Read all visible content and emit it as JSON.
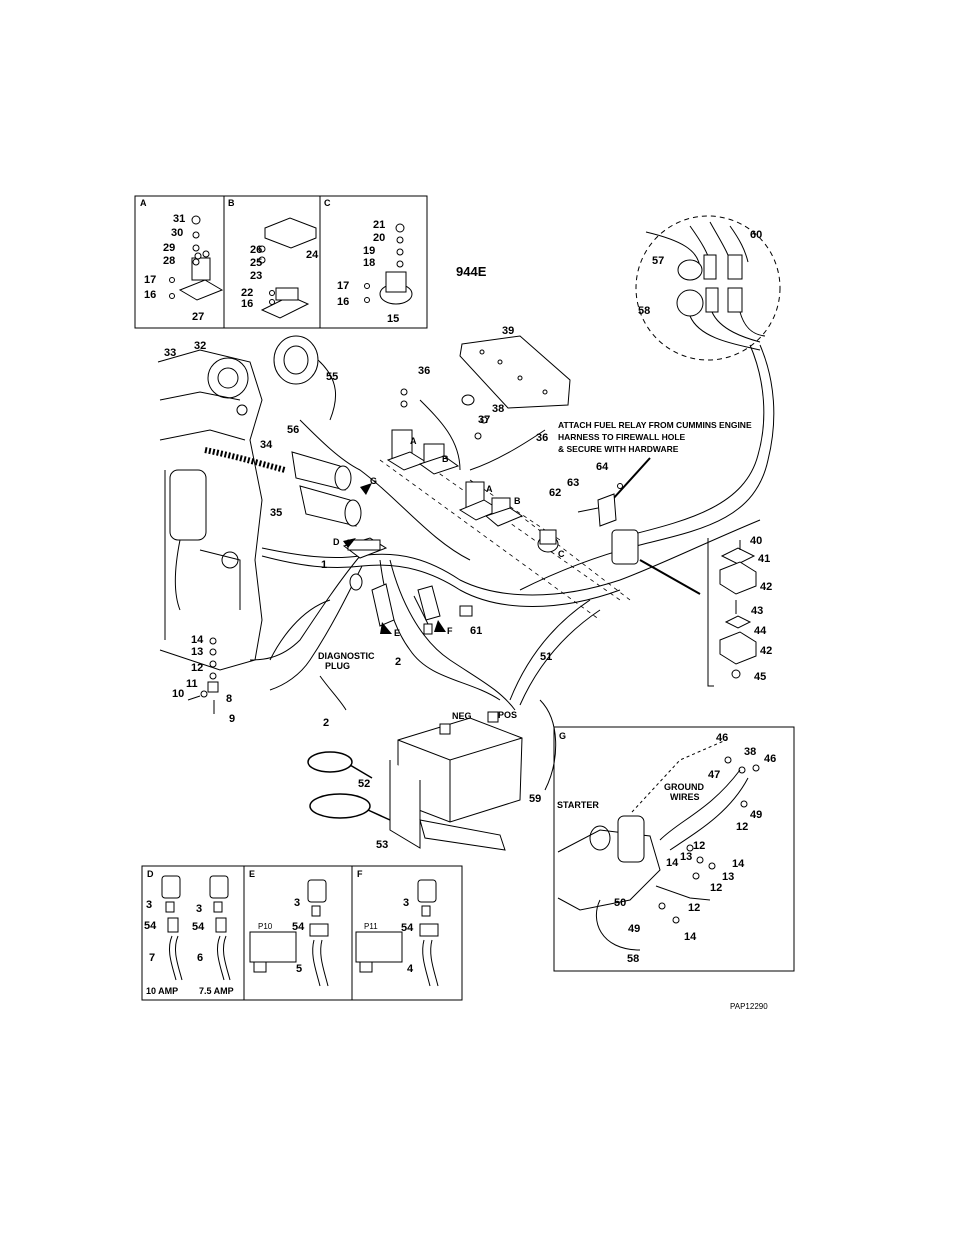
{
  "model": "944E",
  "figure_ref": "PAP12290",
  "note": [
    "ATTACH FUEL RELAY FROM CUMMINS ENGINE",
    "HARNESS TO FIREWALL HOLE",
    "& SECURE WITH HARDWARE"
  ],
  "inset_letters": {
    "A": "A",
    "B": "B",
    "C": "C",
    "D": "D",
    "E": "E",
    "F": "F",
    "G": "G"
  },
  "labels": {
    "diagnostic_plug": [
      "DIAGNOSTIC",
      "PLUG"
    ],
    "starter": "STARTER",
    "ground_wires": [
      "GROUND",
      "WIRES"
    ],
    "amp_10": "10 AMP",
    "amp_7_5": "7.5 AMP",
    "neg": "NEG",
    "pos": "POS",
    "p10": "P10",
    "p11": "P11"
  },
  "callouts": {
    "c1": "1",
    "c2a": "2",
    "c2b": "2",
    "c3d1": "3",
    "c3d2": "3",
    "c3e": "3",
    "c3f": "3",
    "c4": "4",
    "c5": "5",
    "c6": "6",
    "c7": "7",
    "c8": "8",
    "c9": "9",
    "c10": "10",
    "c11": "11",
    "c12a": "12",
    "c12g1": "12",
    "c12g2": "12",
    "c12g3": "12",
    "c12g4": "12",
    "c13a": "13",
    "c13g1": "13",
    "c13g2": "13",
    "c14a": "14",
    "c14g1": "14",
    "c14g2": "14",
    "c14g3": "14",
    "c15": "15",
    "c16a": "16",
    "c16b": "16",
    "c16c": "16",
    "c17a": "17",
    "c17c": "17",
    "c18": "18",
    "c19": "19",
    "c20": "20",
    "c21": "21",
    "c22": "22",
    "c23": "23",
    "c24": "24",
    "c25": "25",
    "c26": "26",
    "c27": "27",
    "c28": "28",
    "c29": "29",
    "c30": "30",
    "c31": "31",
    "c32": "32",
    "c33": "33",
    "c34": "34",
    "c35": "35",
    "c36a": "36",
    "c36b": "36",
    "c37": "37",
    "c38a": "38",
    "c38g": "38",
    "c39": "39",
    "c40": "40",
    "c41": "41",
    "c42a": "42",
    "c42b": "42",
    "c43": "43",
    "c44": "44",
    "c45": "45",
    "c46a": "46",
    "c46b": "46",
    "c47": "47",
    "c49a": "49",
    "c49b": "49",
    "c50": "50",
    "c51": "51",
    "c52": "52",
    "c53": "53",
    "c54d1": "54",
    "c54d2": "54",
    "c54e": "54",
    "c54f": "54",
    "c55": "55",
    "c56": "56",
    "c57": "57",
    "c58a": "58",
    "c58g": "58",
    "c59": "59",
    "c60": "60",
    "c61": "61",
    "c62": "62",
    "c63": "63",
    "c64": "64"
  }
}
